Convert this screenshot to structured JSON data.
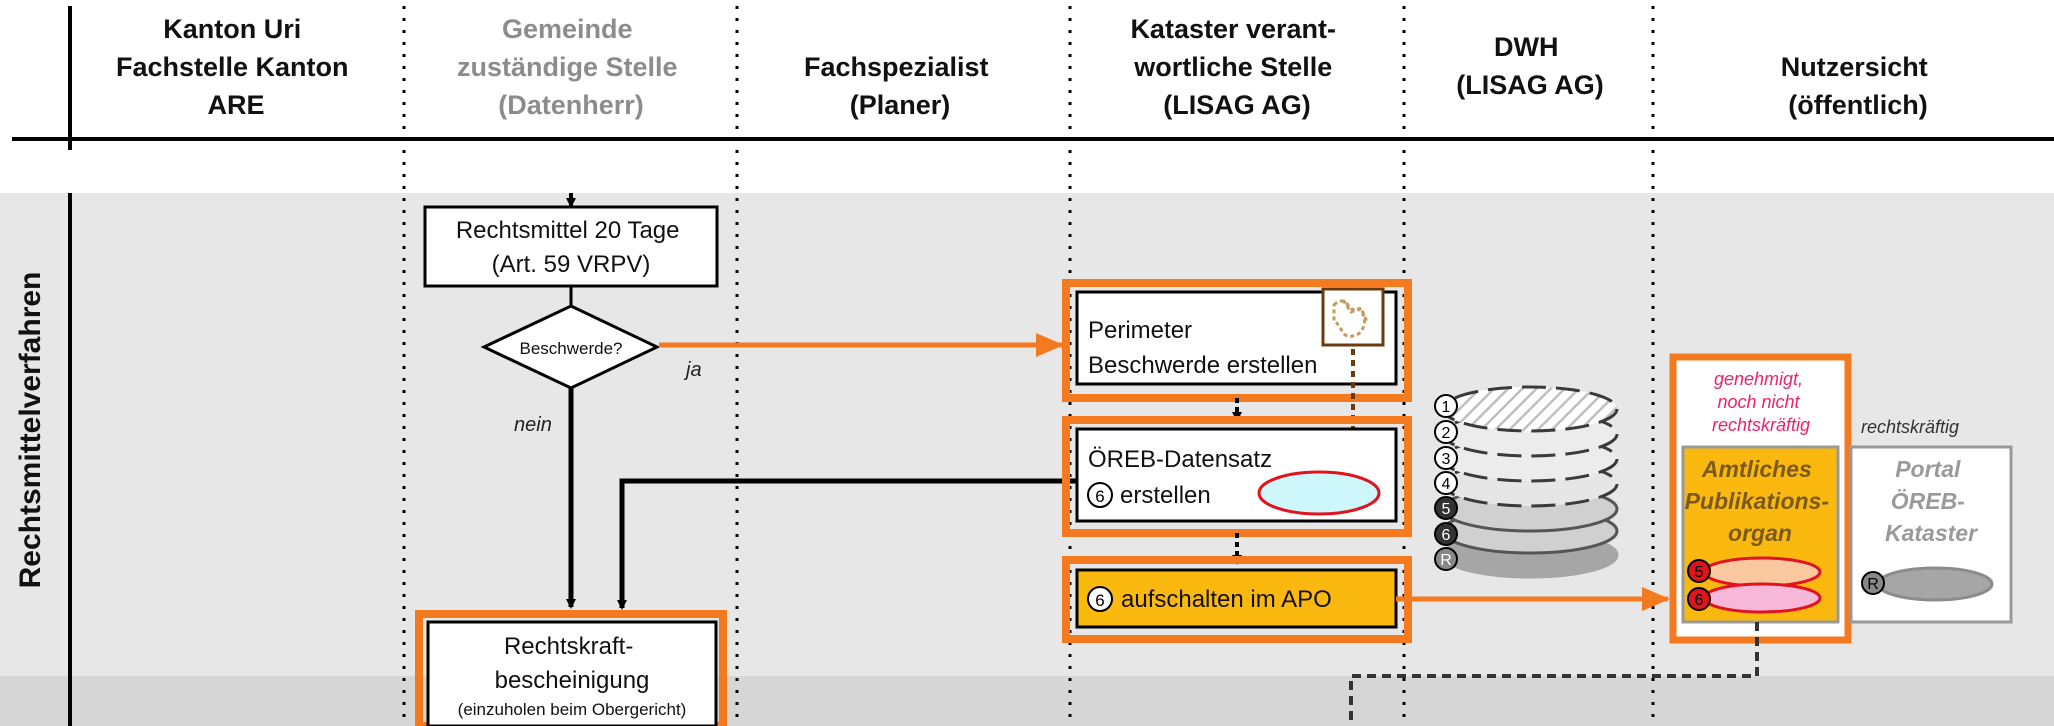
{
  "headers": {
    "lane1": [
      "Kanton Uri",
      "Fachstelle Kanton",
      "ARE"
    ],
    "lane2": [
      "Gemeinde",
      "zuständige Stelle",
      "(Datenherr)"
    ],
    "lane3": [
      "Fachspezialist",
      "(Planer)"
    ],
    "lane4": [
      "Kataster verant-",
      "wortliche Stelle",
      "(LISAG AG)"
    ],
    "lane5": [
      "DWH",
      "(LISAG AG)"
    ],
    "lane6": [
      "Nutzersicht",
      "(öffentlich)"
    ]
  },
  "section_label": "Rechtsmittelverfahren",
  "nodes": {
    "rechtsmittel": [
      "Rechtsmittel 20 Tage",
      "(Art. 59 VRPV)"
    ],
    "beschwerde_decision": "Beschwerde?",
    "ja_label": "ja",
    "nein_label": "nein",
    "perimeter": [
      "Perimeter",
      "Beschwerde erstellen"
    ],
    "oereb": [
      "ÖREB-Datensatz",
      "erstellen"
    ],
    "oereb_step": "6",
    "aufschalten": "aufschalten im APO",
    "aufschalten_step": "6",
    "rechtskraft": [
      "Rechtskraft-",
      "bescheinigung",
      "(einzuholen beim Obergericht)"
    ],
    "dwh_layers": [
      "1",
      "2",
      "3",
      "4",
      "5",
      "6",
      "R"
    ],
    "genehmigt": [
      "genehmigt,",
      "noch nicht",
      "rechtskräftig"
    ],
    "rechtskraeftig": "rechtskräftig",
    "amtliches": [
      "Amtliches",
      "Publikations-",
      "organ"
    ],
    "amtliches_layers": [
      "5",
      "6"
    ],
    "portal": [
      "Portal",
      "ÖREB-",
      "Kataster"
    ],
    "portal_layer": "R"
  },
  "colors": {
    "highlight_orange": "#f47a20",
    "apo_fill": "#fbb90f",
    "arrow_brown": "#6b3a0d",
    "pink_text": "#e8246c",
    "cyan_fill": "#cdf7fb",
    "red_outline": "#e0141e"
  }
}
